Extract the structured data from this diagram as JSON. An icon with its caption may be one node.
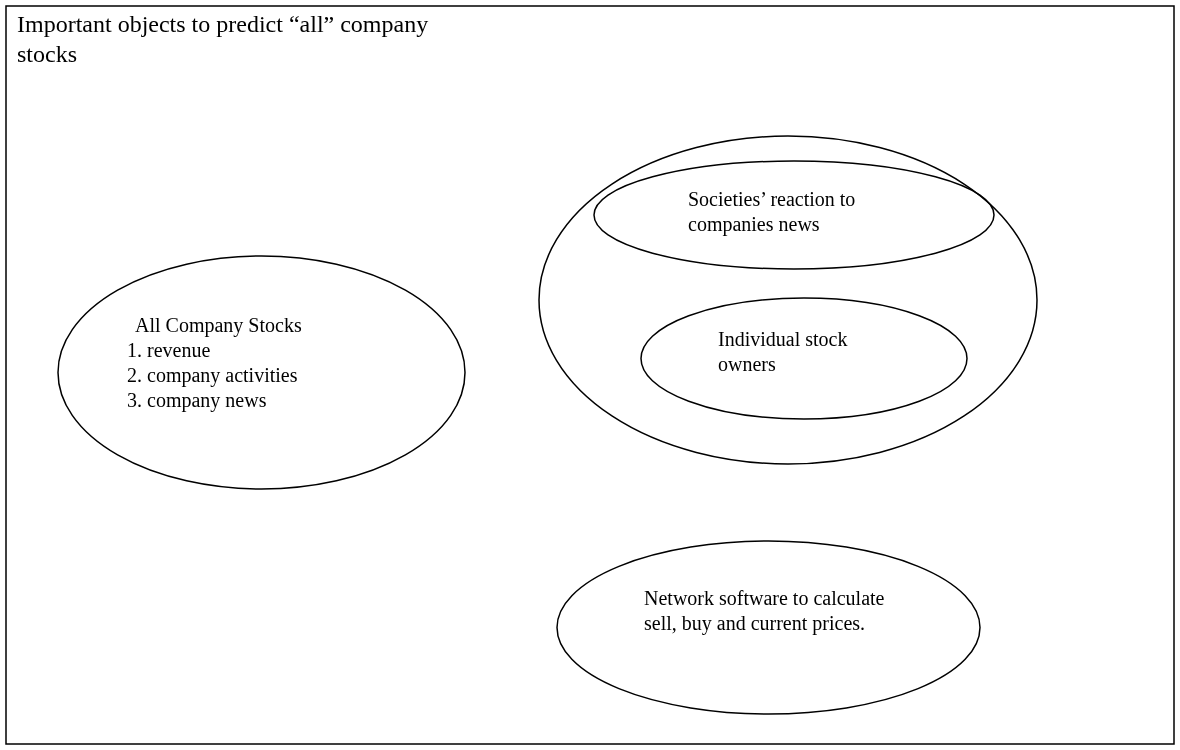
{
  "diagram": {
    "nodes": [
      {
        "text": [
          "Important objects to predict “all” company stocks"
        ]
      },
      {
        "text": [],
        "shape": "circle",
        "in": 0
      },
      {
        "text": [
          "Societies’ reaction to companies news"
        ],
        "in": 1
      },
      {
        "text": [
          "Individual stock owners"
        ],
        "in": 1
      },
      {
        "text": [
          "All Company Stocks",
          "1.  revenue",
          "2.  company activities",
          "3.  company news"
        ],
        "in": 0
      },
      {
        "text": [
          "Network software to calculate sell, buy and current prices."
        ],
        "in": 0
      }
    ],
    "edges": []
  }
}
